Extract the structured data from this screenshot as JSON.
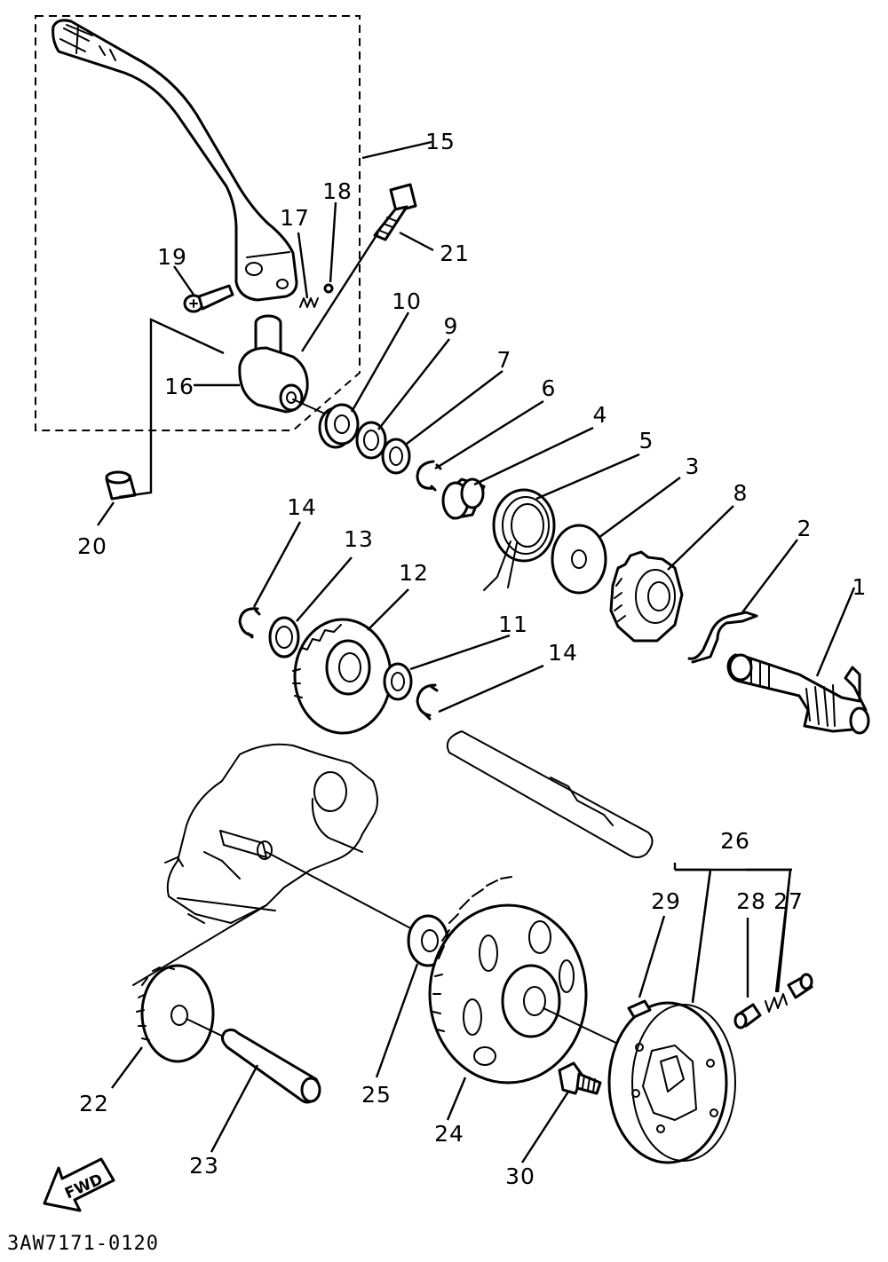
{
  "diagram": {
    "part_labels": {
      "p1": "1",
      "p2": "2",
      "p3": "3",
      "p4": "4",
      "p5": "5",
      "p6": "6",
      "p7": "7",
      "p8": "8",
      "p9": "9",
      "p10": "10",
      "p11": "11",
      "p12": "12",
      "p13": "13",
      "p14a": "14",
      "p14b": "14",
      "p15": "15",
      "p16": "16",
      "p17": "17",
      "p18": "18",
      "p19": "19",
      "p20": "20",
      "p21": "21",
      "p22": "22",
      "p23": "23",
      "p24": "24",
      "p25": "25",
      "p26": "26",
      "p27": "27",
      "p28": "28",
      "p29": "29",
      "p30": "30"
    },
    "fwd_label": "FWD",
    "drawing_code": "3AW7171-0120"
  }
}
